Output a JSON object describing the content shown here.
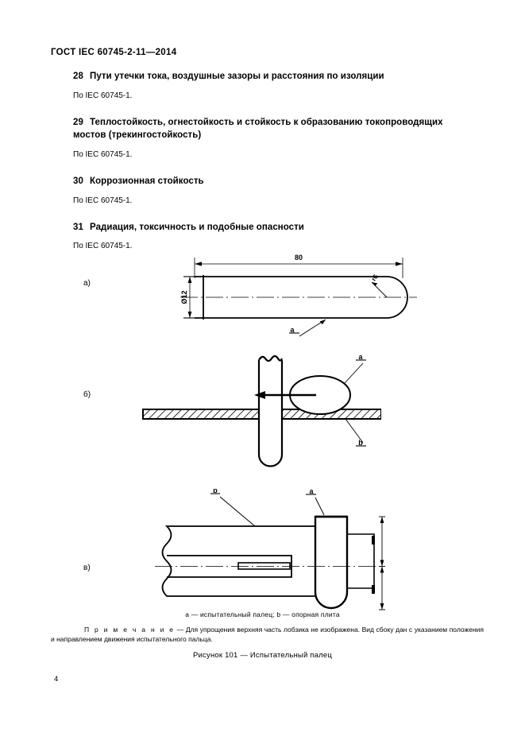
{
  "document": {
    "header": "ГОСТ IEC 60745-2-11—2014",
    "page_number": "4"
  },
  "clauses": [
    {
      "number": "28",
      "title": "Пути утечки тока, воздушные зазоры и расстояния по изоляции",
      "body": "По IEC 60745-1."
    },
    {
      "number": "29",
      "title": "Теплостойкость, огнестойкость и стойкость к образованию токопроводящих мостов (трекингостойкость)",
      "body": "По IEC 60745-1."
    },
    {
      "number": "30",
      "title": "Коррозионная стойкость",
      "body": "По IEC 60745-1."
    },
    {
      "number": "31",
      "title": "Радиация, токсичность и подобные опасности",
      "body": "По IEC 60745-1."
    }
  ],
  "figure": {
    "part_labels": {
      "a": "а)",
      "b": "б)",
      "v": "в)"
    },
    "dimensions": {
      "length": "80",
      "diameter": "Ø12",
      "radius": "r6"
    },
    "callouts": {
      "finger": "a",
      "plate": "b"
    },
    "legend": "a — испытательный палец;  b — опорная плита",
    "note_label": "П р и м е ч а н и е",
    "note_dash": " — ",
    "note_text": "Для упрощения верхняя часть лобзика не изображена. Вид сбоку дан с указанием положения и направлением движения испытательного пальца.",
    "caption": "Рисунок 101 — Испытательный палец"
  }
}
